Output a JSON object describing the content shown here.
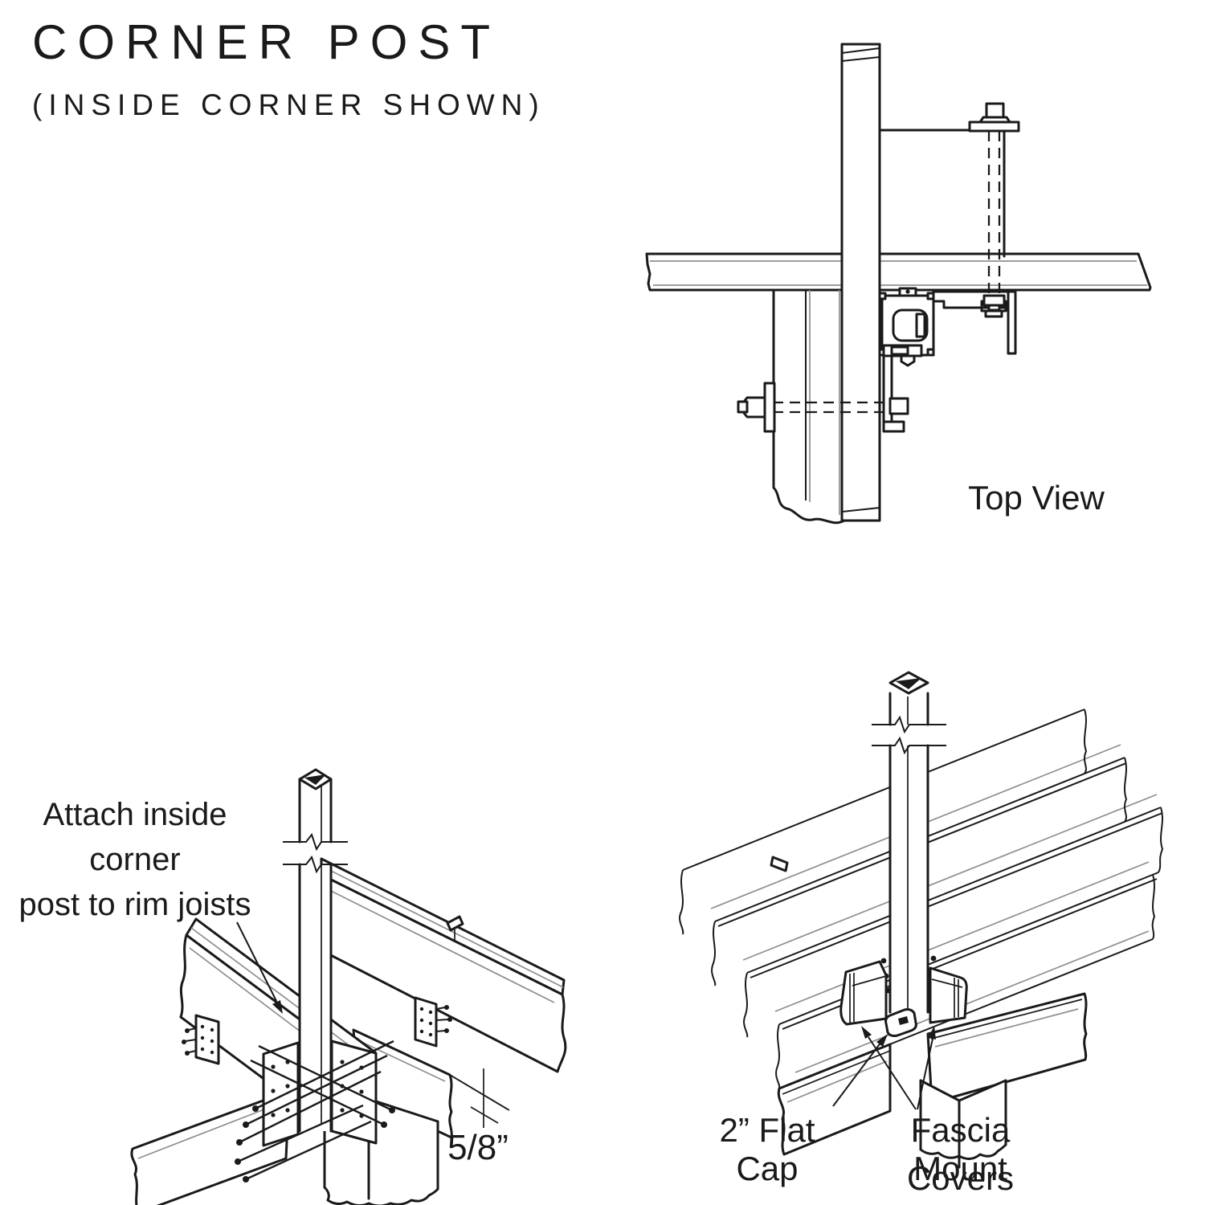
{
  "colors": {
    "background": "#ffffff",
    "ink": "#1a1a1a",
    "secondary_line": "#8f8f8f"
  },
  "header": {
    "title": "CORNER POST",
    "subtitle": "(INSIDE CORNER SHOWN)"
  },
  "figures": {
    "top_view": {
      "caption": "Top View"
    },
    "attach_post": {
      "annotation_line1": "Attach inside corner",
      "annotation_line2": "post to rim joists",
      "dimension_label": "5/8”"
    },
    "fascia_covers": {
      "flat_cap_label": "2” Flat Cap",
      "fascia_mount_line1": "Fascia Mount",
      "fascia_mount_line2": "Covers"
    }
  }
}
